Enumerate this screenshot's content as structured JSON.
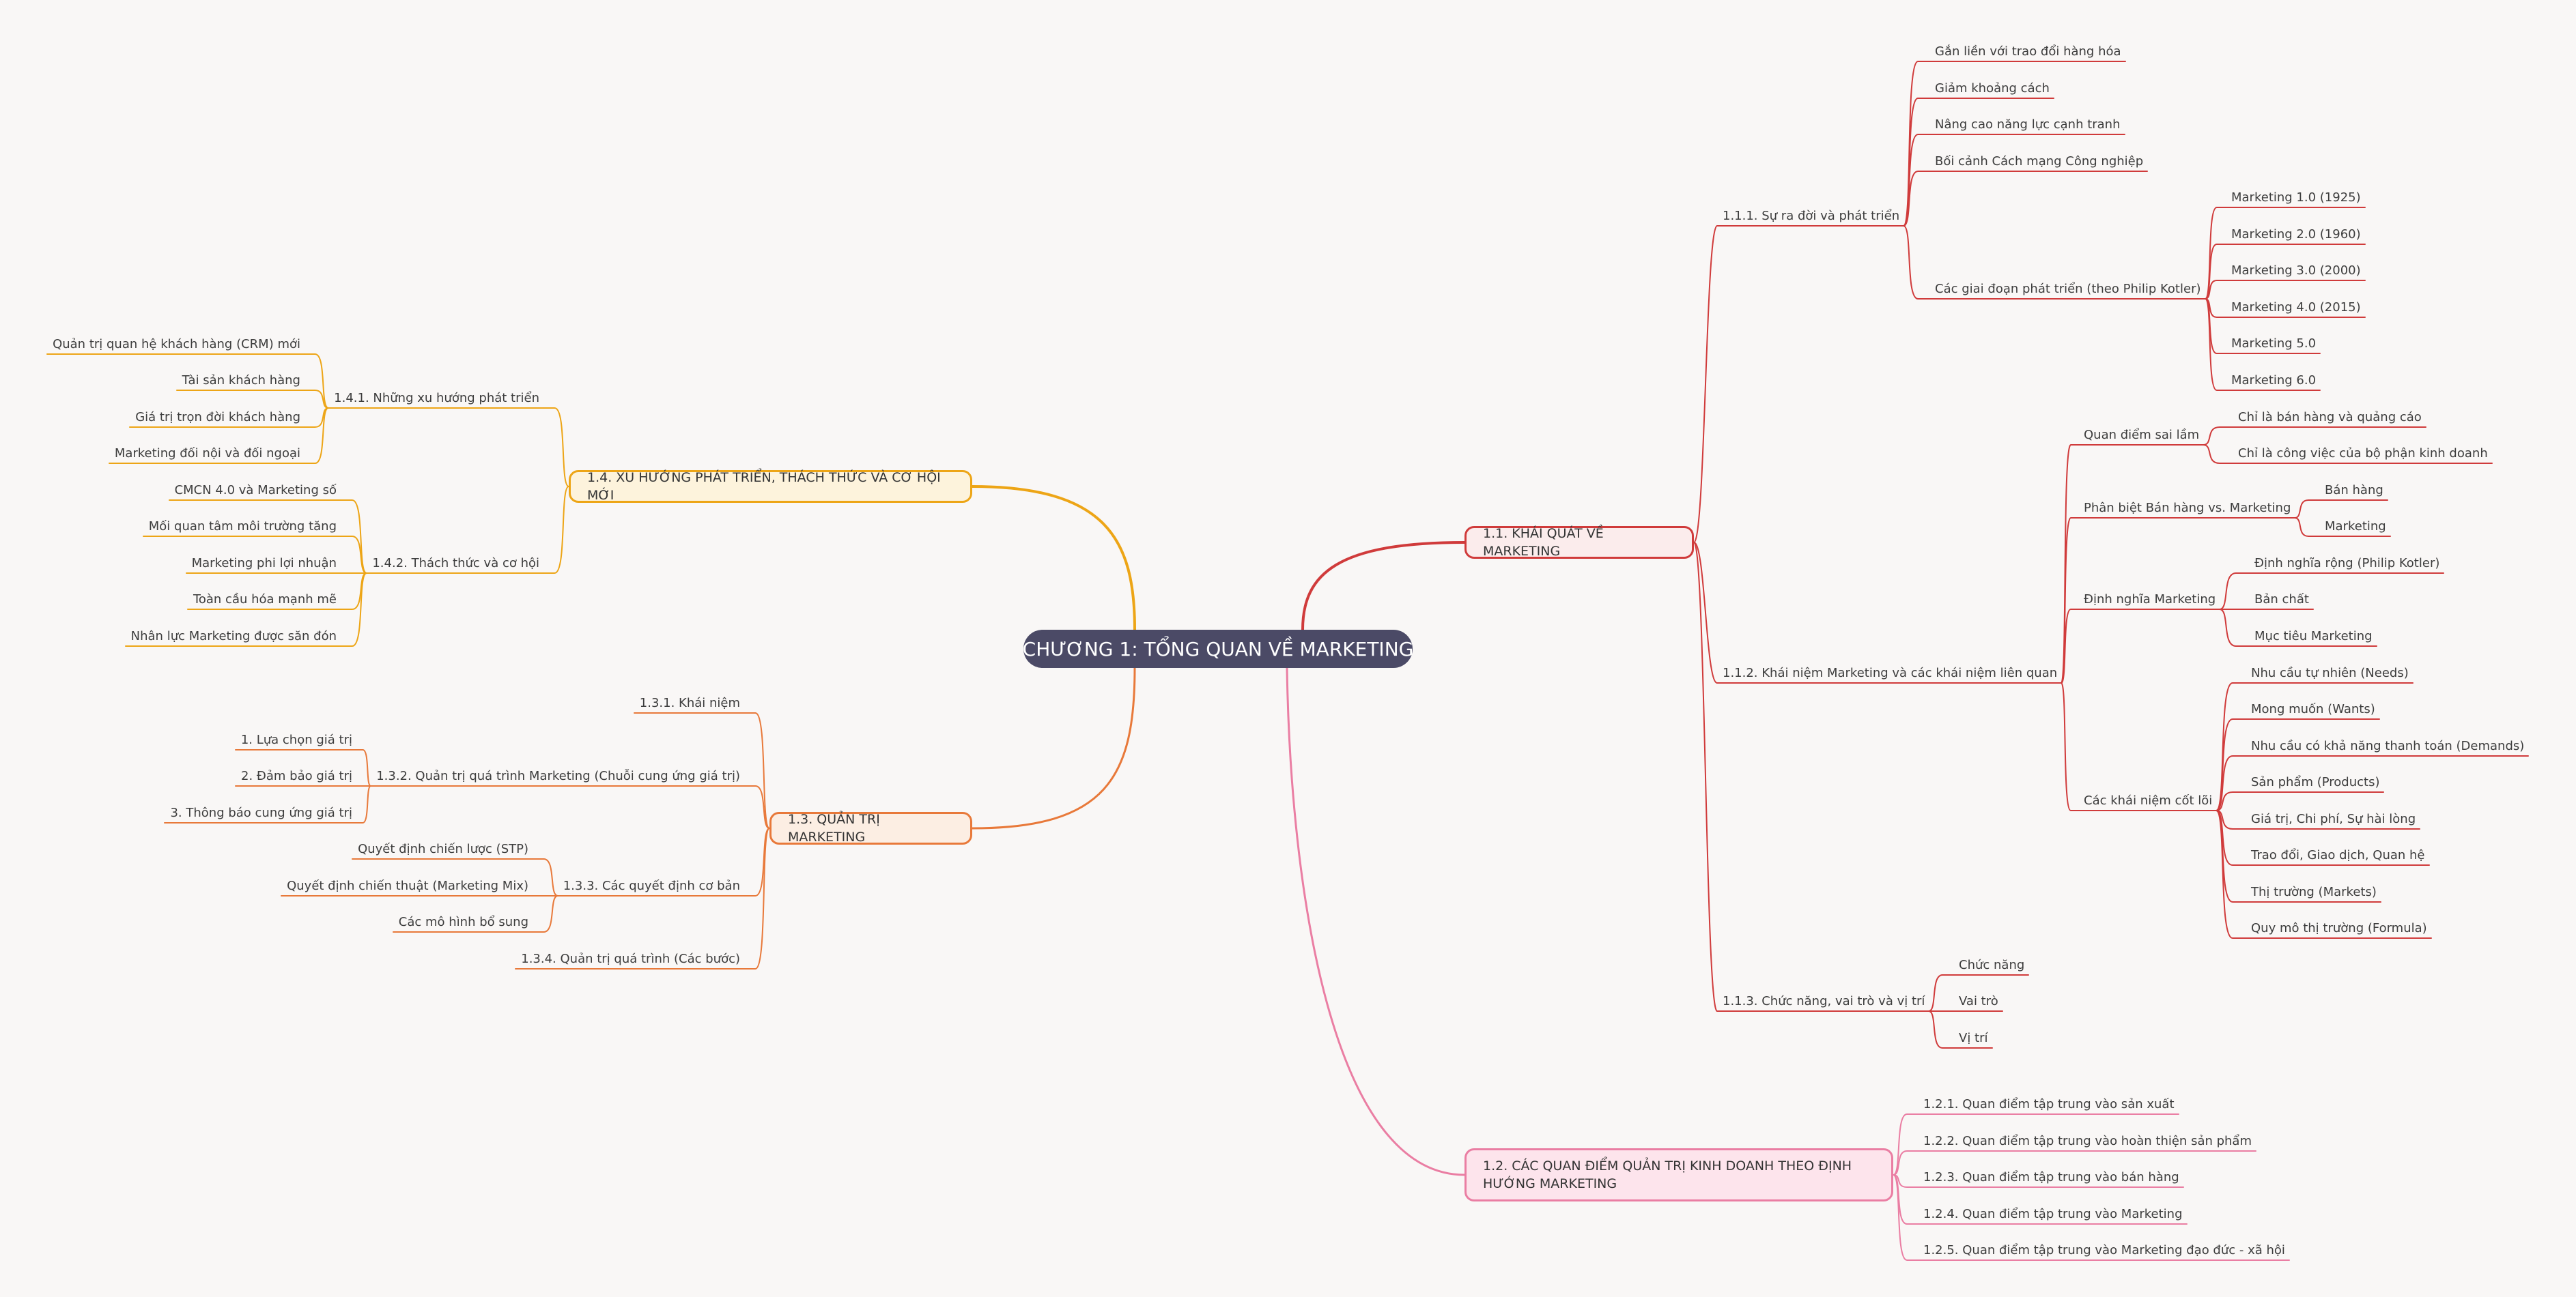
{
  "root": "CHƯƠNG 1: TỔNG QUAN VỀ MARKETING",
  "colors": {
    "b11": "#d03b3b",
    "b12": "#ea7ea3",
    "b13": "#e8793a",
    "b14": "#eda516",
    "root": "#4b4a66"
  },
  "nodes": {
    "b11": "1.1. KHÁI QUÁT VỀ MARKETING",
    "s111": "1.1.1. Sự ra đời và phát triển",
    "l1111": "Gắn liền với trao đổi hàng hóa",
    "l1112": "Giảm khoảng cách",
    "l1113": "Nâng cao năng lực cạnh tranh",
    "l1114": "Bối cảnh Cách mạng Công nghiệp",
    "l1115": "Các giai đoạn phát triển (theo Philip Kotler)",
    "m1": "Marketing 1.0 (1925)",
    "m2": "Marketing 2.0 (1960)",
    "m3": "Marketing 3.0 (2000)",
    "m4": "Marketing 4.0 (2015)",
    "m5": "Marketing 5.0",
    "m6": "Marketing 6.0",
    "s112": "1.1.2. Khái niệm Marketing và các khái niệm liên quan",
    "q1": "Quan điểm sai lầm",
    "q11": "Chỉ là bán hàng và quảng cáo",
    "q12": "Chỉ là công việc của bộ phận kinh doanh",
    "p1": "Phân biệt Bán hàng vs. Marketing",
    "p11": "Bán hàng",
    "p12": "Marketing",
    "d1": "Định nghĩa Marketing",
    "d11": "Định nghĩa rộng (Philip Kotler)",
    "d12": "Bản chất",
    "d13": "Mục tiêu Marketing",
    "c1": "Các khái niệm cốt lõi",
    "c11": "Nhu cầu tự nhiên (Needs)",
    "c12": "Mong muốn (Wants)",
    "c13": "Nhu cầu có khả năng thanh toán (Demands)",
    "c14": "Sản phẩm (Products)",
    "c15": "Giá trị, Chi phí, Sự hài lòng",
    "c16": "Trao đổi, Giao dịch, Quan hệ",
    "c17": "Thị trường (Markets)",
    "c18": "Quy mô thị trường (Formula)",
    "s113": "1.1.3. Chức năng, vai trò và vị trí",
    "f1": "Chức năng",
    "f2": "Vai trò",
    "f3": "Vị trí",
    "b12_line1": "1.2. CÁC QUAN ĐIỂM QUẢN TRỊ KINH DOANH THEO ĐỊNH",
    "b12_line2": "HƯỚNG MARKETING",
    "s121": "1.2.1. Quan điểm tập trung vào sản xuất",
    "s122": "1.2.2. Quan điểm tập trung vào hoàn thiện sản phẩm",
    "s123": "1.2.3. Quan điểm tập trung vào bán hàng",
    "s124": "1.2.4. Quan điểm tập trung vào Marketing",
    "s125": "1.2.5. Quan điểm tập trung vào Marketing đạo đức - xã hội",
    "b13": "1.3. QUẢN TRỊ MARKETING",
    "s131": "1.3.1. Khái niệm",
    "s132": "1.3.2. Quản trị quá trình Marketing (Chuỗi cung ứng giá trị)",
    "v1": "1. Lựa chọn giá trị",
    "v2": "2. Đảm bảo giá trị",
    "v3": "3. Thông báo cung ứng giá trị",
    "s133": "1.3.3. Các quyết định cơ bản",
    "k1": "Quyết định chiến lược (STP)",
    "k2": "Quyết định chiến thuật (Marketing Mix)",
    "k3": "Các mô hình bổ sung",
    "s134": "1.3.4. Quản trị quá trình (Các bước)",
    "b14": "1.4. XU HƯỚNG PHÁT TRIỂN, THÁCH THỨC VÀ CƠ HỘI MỚI",
    "s141": "1.4.1. Những xu hướng phát triển",
    "t1": "Quản trị quan hệ khách hàng (CRM) mới",
    "t2": "Tài sản khách hàng",
    "t3": "Giá trị trọn đời khách hàng",
    "t4": "Marketing đối nội và đối ngoại",
    "s142": "1.4.2. Thách thức và cơ hội",
    "h1": "CMCN 4.0 và Marketing số",
    "h2": "Mối quan tâm môi trường tăng",
    "h3": "Marketing phi lợi nhuận",
    "h4": "Toàn cầu hóa mạnh mẽ",
    "h5": "Nhân lực Marketing được săn đón"
  }
}
